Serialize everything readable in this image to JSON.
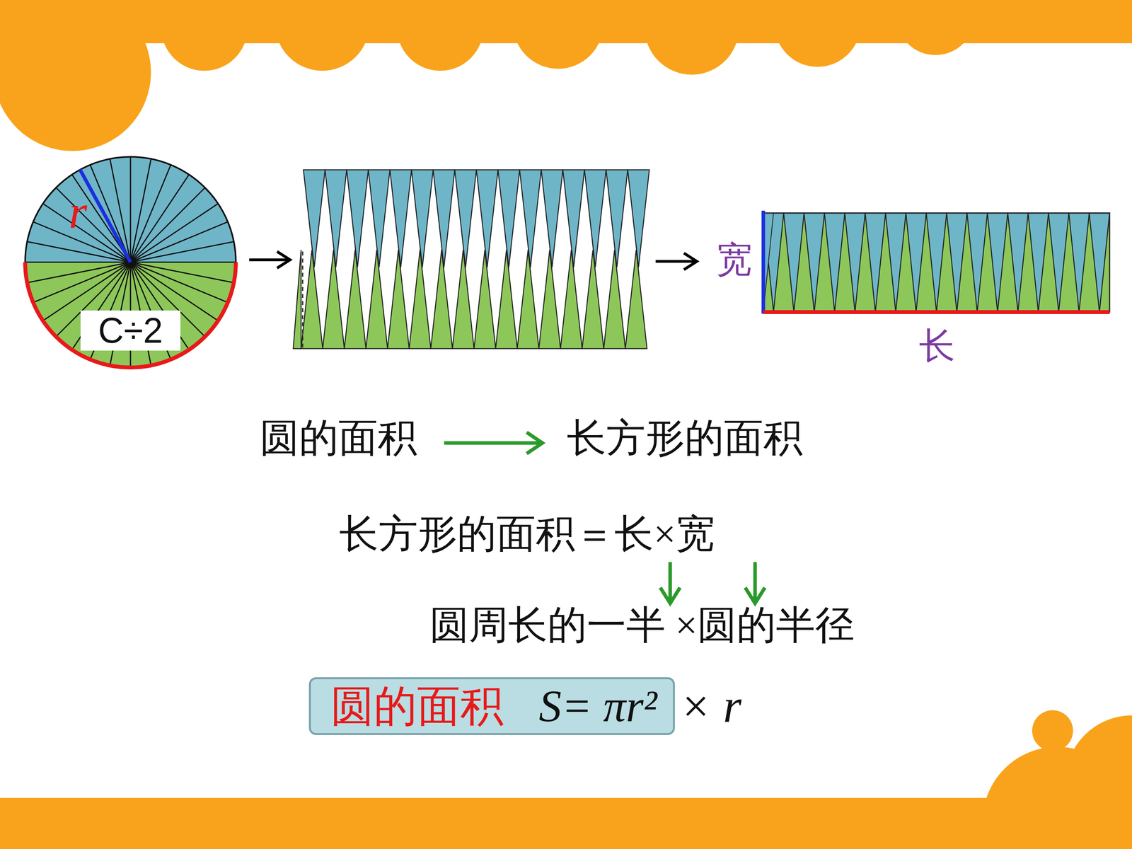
{
  "diagram": {
    "nodes": [
      {
        "text": [
          "圆的面积",
          "S= πr²"
        ]
      }
    ],
    "labels": [
      "r",
      "C÷2",
      "宽",
      "长",
      "圆的面积",
      "长方形的面积",
      "长方形的面积＝长×宽",
      "圆周长的一半 ×圆的半径",
      "× r"
    ]
  }
}
